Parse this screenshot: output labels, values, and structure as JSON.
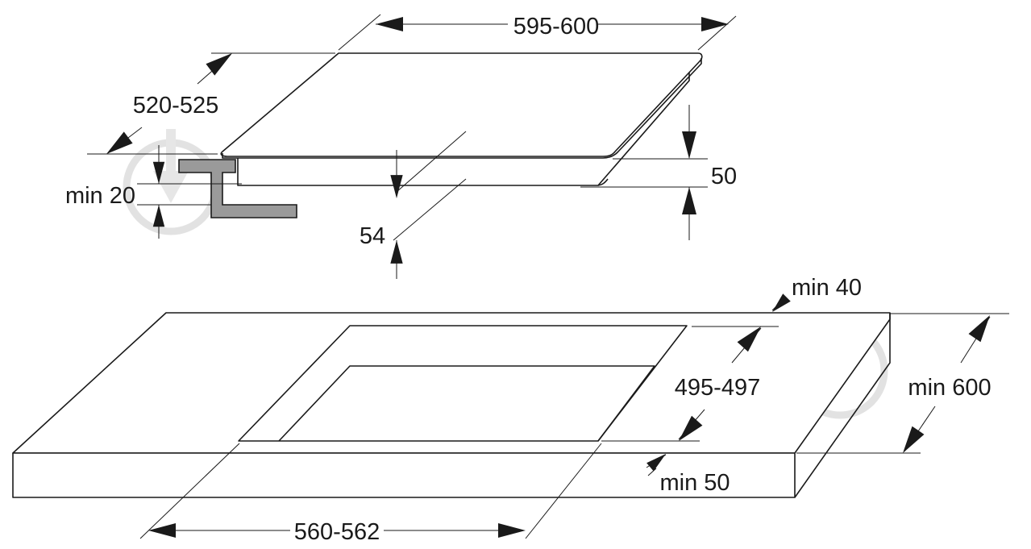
{
  "hob": {
    "width_label": "595-600",
    "depth_label": "520-525",
    "height_label": "50",
    "clearance_label": "min 20",
    "depth_below_label": "54"
  },
  "cutout": {
    "back_clearance_label": "min 40",
    "cutout_depth_label": "495-497",
    "worktop_depth_label": "min 600",
    "front_clearance_label": "min 50",
    "cutout_width_label": "560-562"
  },
  "colors": {
    "line": "#1a1a1a",
    "bracket": "#9a9a9a",
    "watermark": "#e2e2e2"
  }
}
